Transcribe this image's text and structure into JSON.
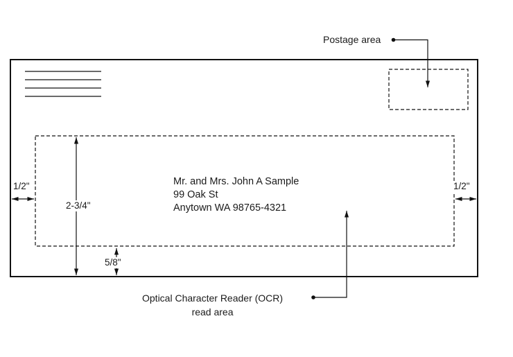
{
  "labels": {
    "postage_area": "Postage area",
    "ocr_line1": "Optical Character Reader (OCR)",
    "ocr_line2": "read area"
  },
  "address": {
    "line1": "Mr. and Mrs. John A Sample",
    "line2": "99 Oak St",
    "line3": "Anytown WA 98765-4321"
  },
  "measurements": {
    "left_margin": "1/2\"",
    "right_margin": "1/2\"",
    "ocr_area_height": "2-3/4\"",
    "bottom_margin": "5/8\""
  },
  "colors": {
    "line": "#111111",
    "background": "#ffffff"
  }
}
